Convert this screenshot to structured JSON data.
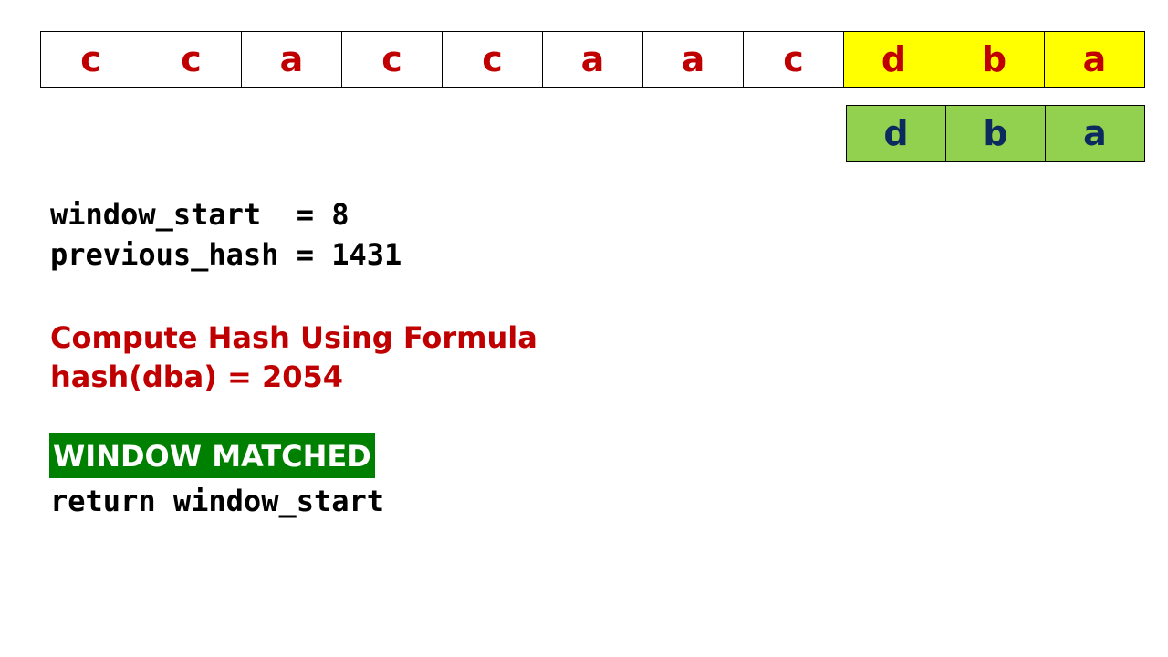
{
  "text_cells": [
    {
      "char": "c",
      "highlighted": false
    },
    {
      "char": "c",
      "highlighted": false
    },
    {
      "char": "a",
      "highlighted": false
    },
    {
      "char": "c",
      "highlighted": false
    },
    {
      "char": "c",
      "highlighted": false
    },
    {
      "char": "a",
      "highlighted": false
    },
    {
      "char": "a",
      "highlighted": false
    },
    {
      "char": "c",
      "highlighted": false
    },
    {
      "char": "d",
      "highlighted": true
    },
    {
      "char": "b",
      "highlighted": true
    },
    {
      "char": "a",
      "highlighted": true
    }
  ],
  "pattern_cells": [
    "d",
    "b",
    "a"
  ],
  "variables": {
    "window_start_line": "window_start  = 8",
    "previous_hash_line": "previous_hash = 1431"
  },
  "compute": {
    "heading": "Compute Hash Using Formula",
    "result": "hash(dba) = 2054"
  },
  "status": {
    "badge": "WINDOW MATCHED",
    "return_line": "return window_start"
  },
  "colors": {
    "text_char": "#c00000",
    "window_highlight": "#ffff00",
    "pattern_bg": "#92d050",
    "pattern_char": "#0d2a5e",
    "matched_bg": "#008000"
  }
}
